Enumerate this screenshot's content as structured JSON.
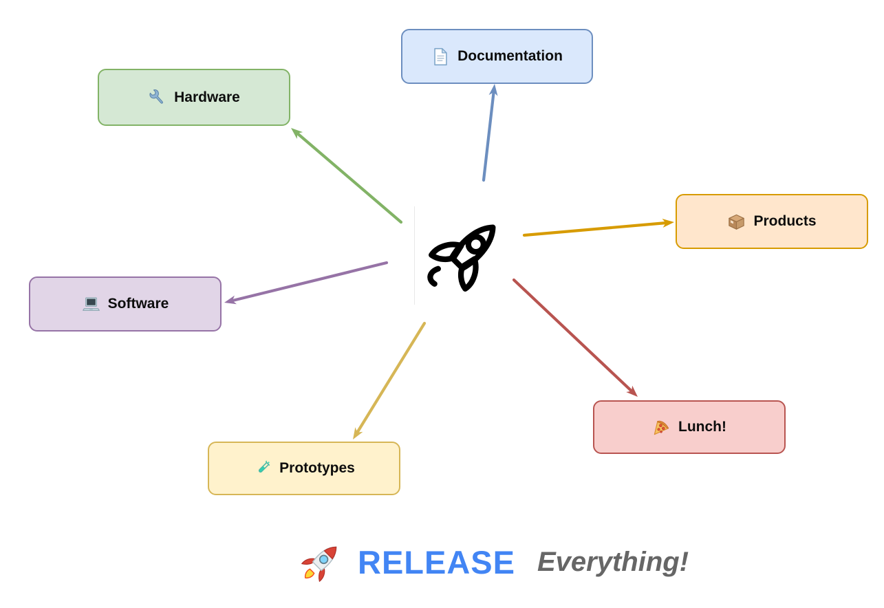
{
  "diagram_title": "Release mind map",
  "nodes": [
    {
      "id": "documentation",
      "label": "Documentation",
      "icon": "document-icon",
      "fill": "#dae8fc",
      "border": "#6c8ebf"
    },
    {
      "id": "hardware",
      "label": "Hardware",
      "icon": "wrench-icon",
      "fill": "#d5e8d4",
      "border": "#82b366"
    },
    {
      "id": "products",
      "label": "Products",
      "icon": "package-icon",
      "fill": "#ffe6cc",
      "border": "#d79b00"
    },
    {
      "id": "software",
      "label": "Software",
      "icon": "laptop-icon",
      "fill": "#e1d5e7",
      "border": "#9673a6"
    },
    {
      "id": "lunch",
      "label": "Lunch!",
      "icon": "pizza-icon",
      "fill": "#f8cecc",
      "border": "#b85450"
    },
    {
      "id": "prototypes",
      "label": "Prototypes",
      "icon": "test-tube-icon",
      "fill": "#fff2cc",
      "border": "#d6b656"
    }
  ],
  "center": {
    "id": "center",
    "icon": "rocket-outline-icon"
  },
  "edges": [
    {
      "from": "center",
      "to": "documentation",
      "color": "#6c8ebf"
    },
    {
      "from": "center",
      "to": "hardware",
      "color": "#82b366"
    },
    {
      "from": "center",
      "to": "products",
      "color": "#d79b00"
    },
    {
      "from": "center",
      "to": "software",
      "color": "#9673a6"
    },
    {
      "from": "center",
      "to": "lunch",
      "color": "#b85450"
    },
    {
      "from": "center",
      "to": "prototypes",
      "color": "#d6b656"
    }
  ],
  "banner": {
    "icon": "rocket-emoji-icon",
    "title": "RELEASE",
    "tagline": "Everything!",
    "title_color": "#4285f4",
    "tagline_color": "#666666"
  }
}
